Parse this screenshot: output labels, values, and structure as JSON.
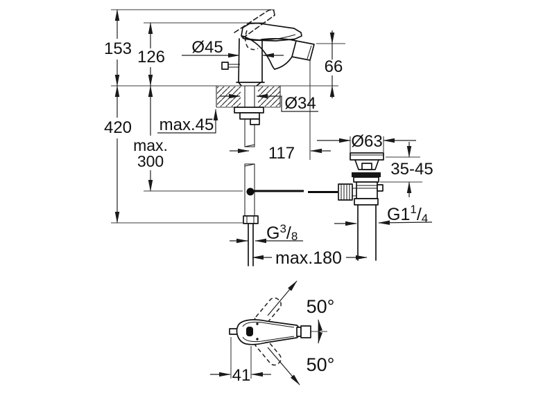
{
  "labels": {
    "height_raised_lever": "153",
    "height_lever": "126",
    "overall_height": "420",
    "body_diameter": "Ø45",
    "outlet_height": "66",
    "deck_max_thickness": "max.45",
    "hole_diameter": "Ø34",
    "hose_max_line1": "max.",
    "hose_max_line2": "300",
    "projection": "117",
    "waste_flange_diameter": "Ø63",
    "waste_clamp_range": "35-45",
    "rod_max_distance": "max.180",
    "angle_upper": "50°",
    "angle_lower": "50°",
    "lever_offset": "41",
    "waste_thread": {
      "base": "G1",
      "sup": "1",
      "slash": "/",
      "sub": "4"
    },
    "supply_thread": {
      "base": "G",
      "sup": "3",
      "slash": "/",
      "sub": "8"
    }
  },
  "colors": {
    "line": "#121212",
    "dimension_line": "#1f1f1f",
    "background": "#ffffff"
  }
}
